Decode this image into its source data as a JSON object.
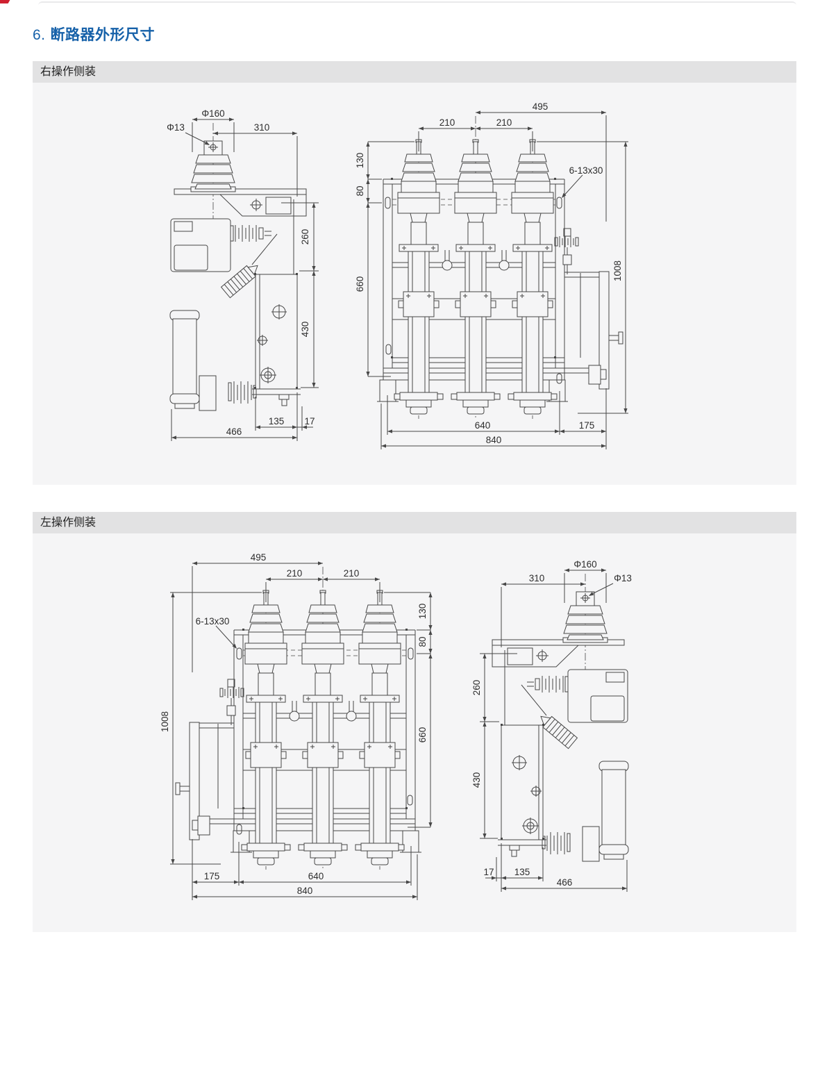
{
  "page": {
    "title_number": "6.",
    "title_text": "断路器外形尺寸",
    "accent_red": "#cf2030",
    "title_blue": "#1661a9"
  },
  "sections": [
    {
      "header": "右操作侧装",
      "side_view": {
        "flange_dia": "Φ160",
        "hole_dia": "Φ13",
        "depth": "310",
        "upper_height": "260",
        "lower_height": "430",
        "base_depth": "135",
        "edge_offset": "17",
        "overall_depth": "466"
      },
      "front_view": {
        "half_width": "495",
        "pitch_a": "210",
        "pitch_b": "210",
        "bushing_height": "130",
        "flange_height": "80",
        "body_height": "660",
        "overall_height": "1008",
        "slots": "6-13x30",
        "frame_width": "640",
        "mech_width": "175",
        "overall_width": "840"
      }
    },
    {
      "header": "左操作侧装",
      "side_view": {
        "flange_dia": "Φ160",
        "hole_dia": "Φ13",
        "depth": "310",
        "upper_height": "260",
        "lower_height": "430",
        "base_depth": "135",
        "edge_offset": "17",
        "overall_depth": "466"
      },
      "front_view": {
        "half_width": "495",
        "pitch_a": "210",
        "pitch_b": "210",
        "bushing_height": "130",
        "flange_height": "80",
        "body_height": "660",
        "overall_height": "1008",
        "slots": "6-13x30",
        "frame_width": "640",
        "mech_width": "175",
        "overall_width": "840"
      }
    }
  ]
}
